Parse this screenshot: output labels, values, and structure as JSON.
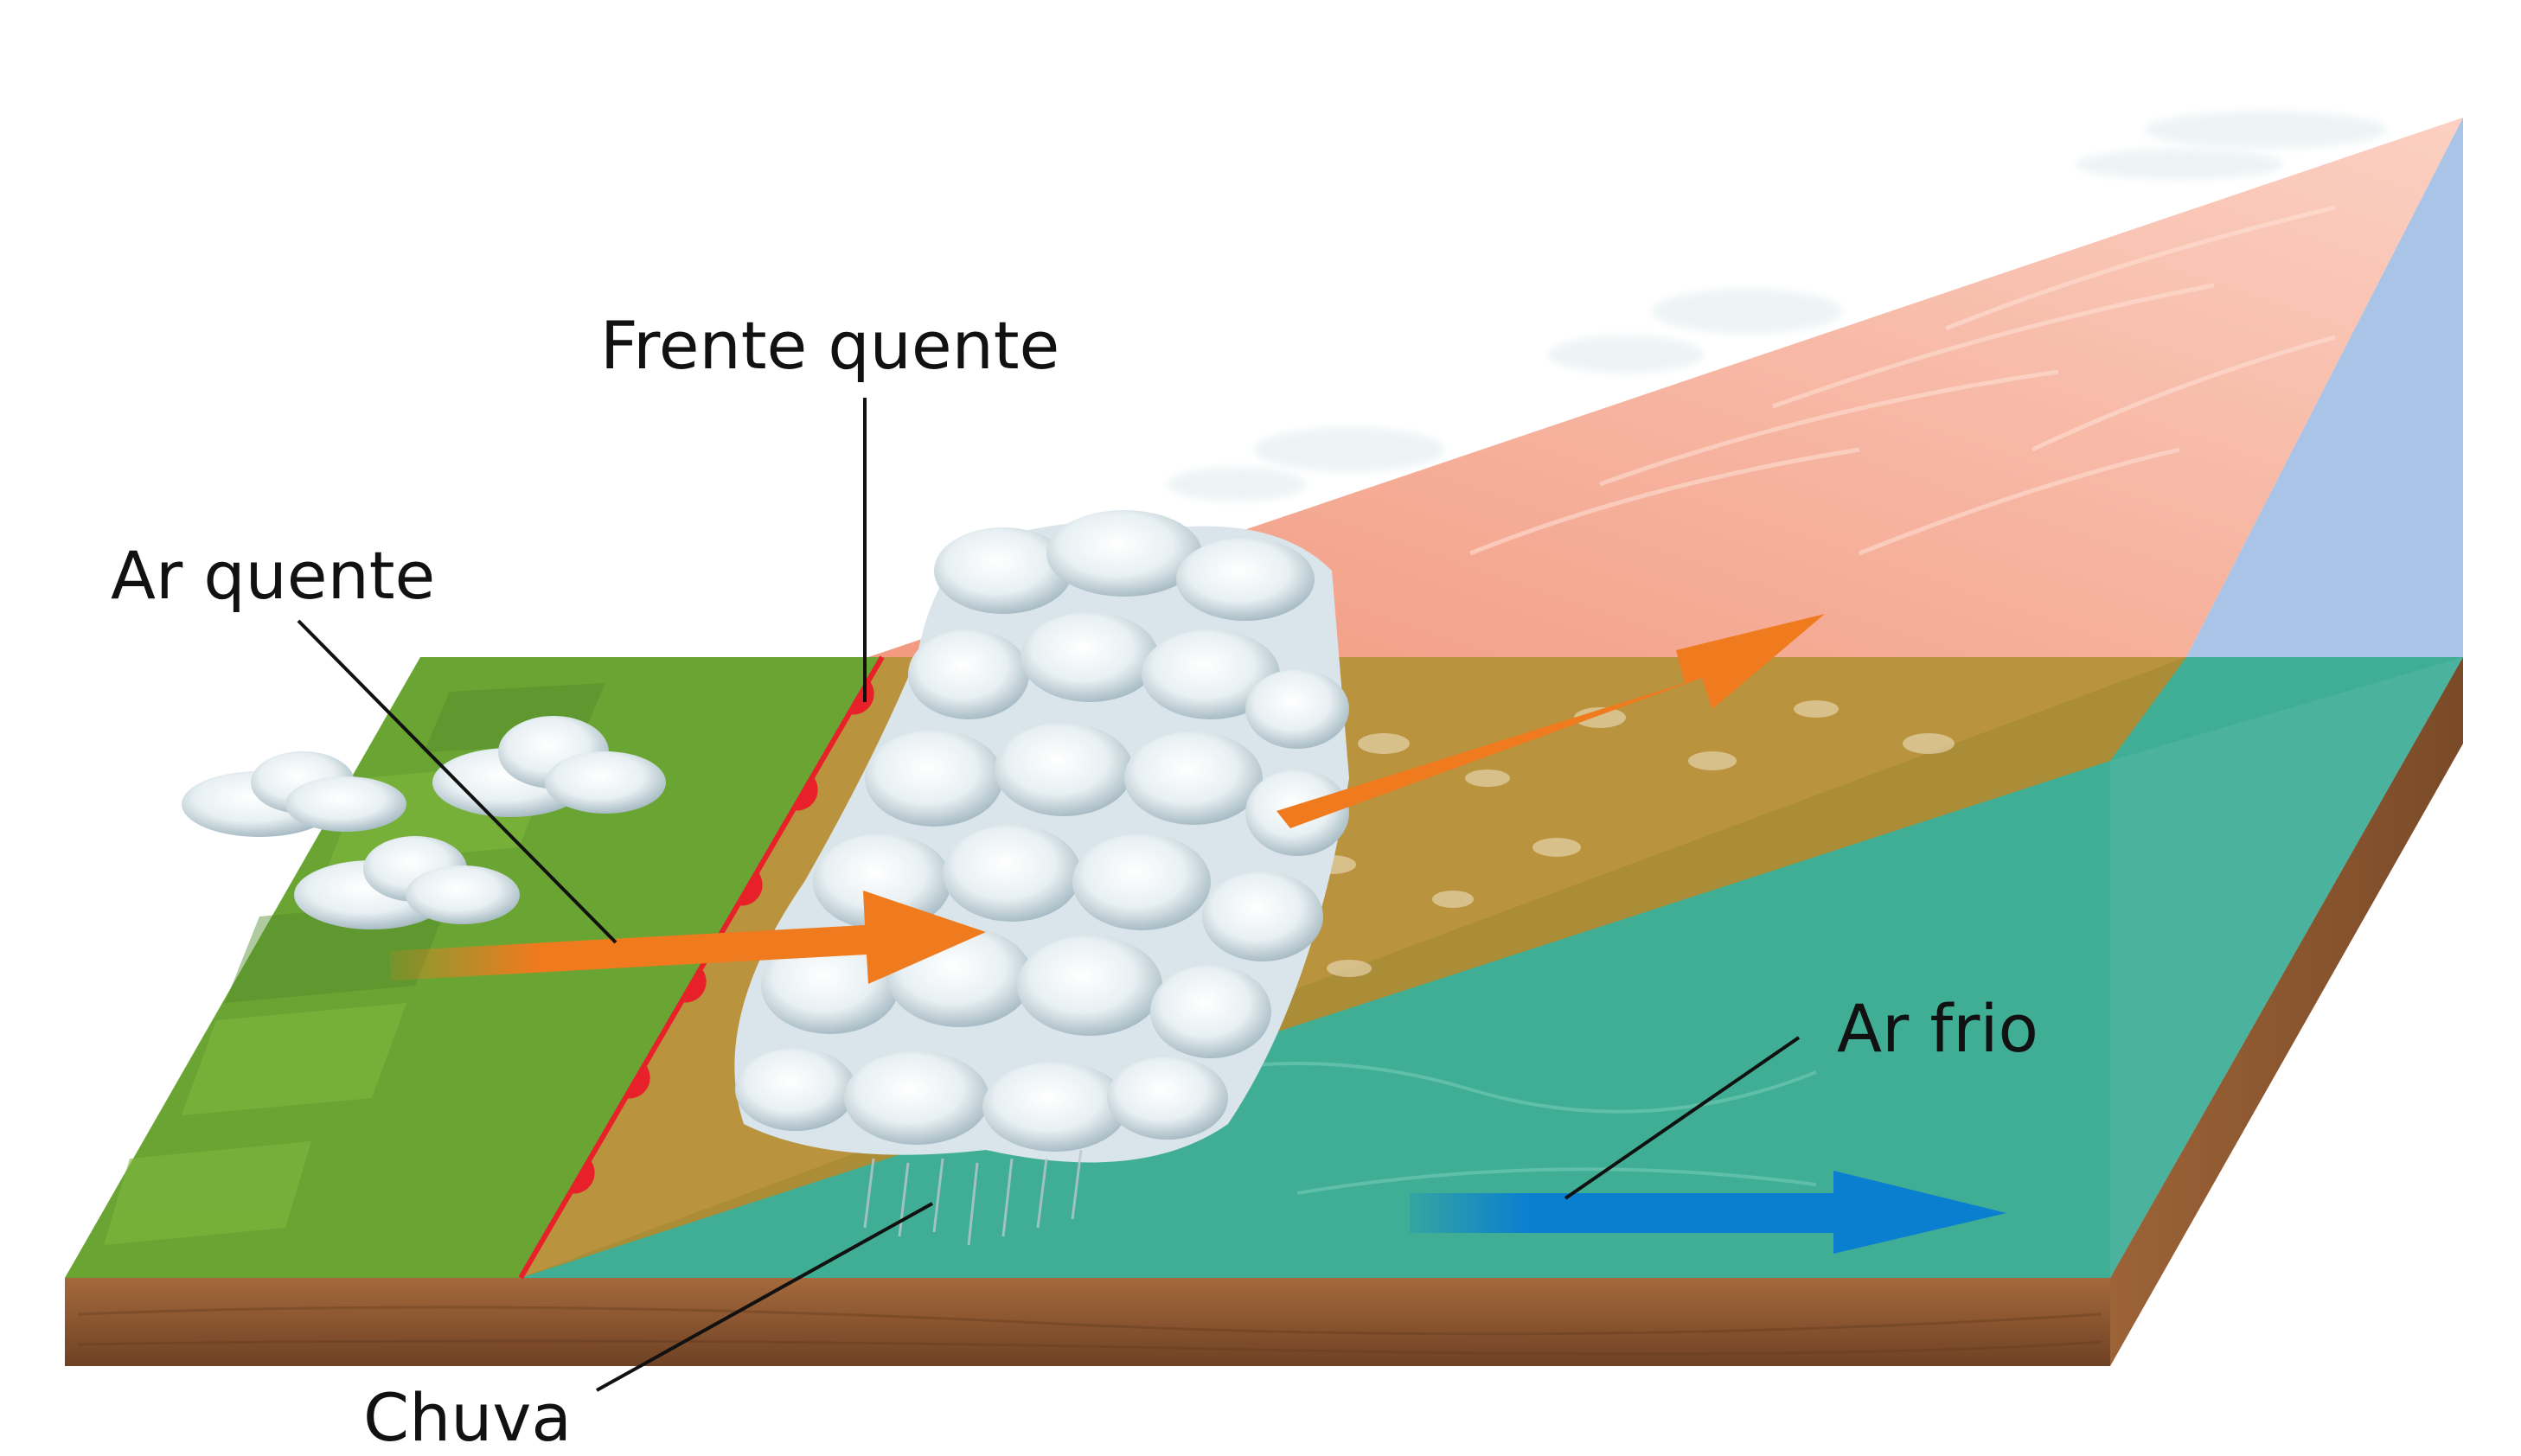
{
  "labels": {
    "warm_front": "Frente quente",
    "warm_air": "Ar quente",
    "cold_air": "Ar frio",
    "rain": "Chuva"
  },
  "colors": {
    "land_green": "#6aa534",
    "land_dark_green": "#4f8a2a",
    "cold_air_region": "#3fae95",
    "warm_wedge": "#b38a2e",
    "warm_air_sky": "#f4a98e",
    "cold_sky_side": "#a9c4e6",
    "soil": "#8c5a32",
    "front_line": "#e8202a",
    "warm_arrow": "#f07a1e",
    "cold_arrow": "#0a7fd0",
    "cloud": "#e6eef2"
  },
  "icons": {
    "front_symbol": "warm-front-semicircles",
    "warm_flow": "arrow-right-orange",
    "cold_flow": "arrow-right-blue"
  }
}
